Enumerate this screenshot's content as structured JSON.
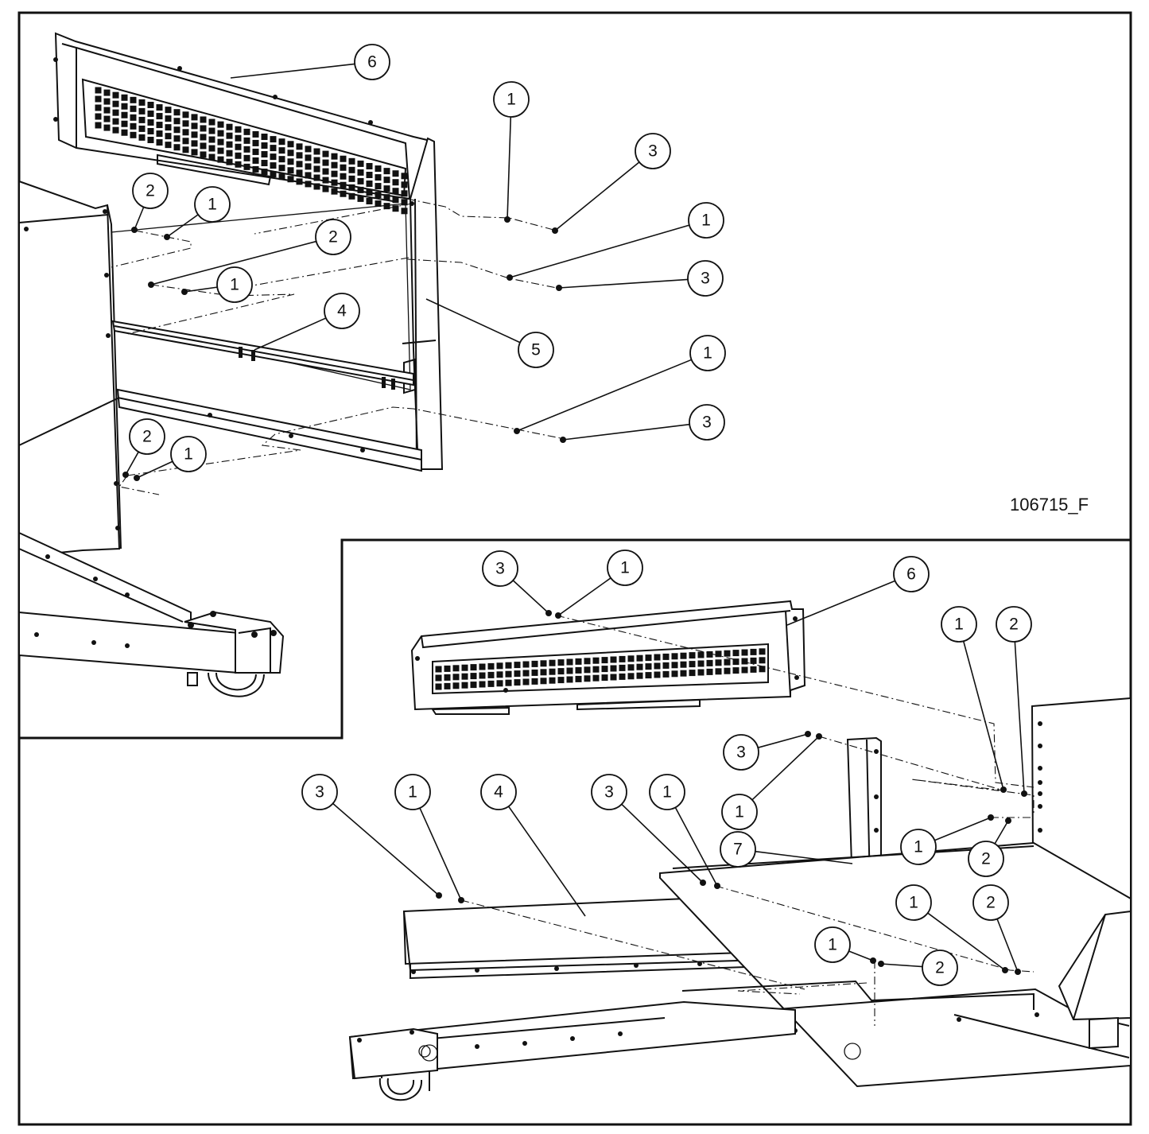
{
  "drawing_number": "106715_F",
  "views": [
    {
      "name": "top-left-view",
      "callouts": [
        {
          "label": "6"
        },
        {
          "label": "1"
        },
        {
          "label": "3"
        },
        {
          "label": "2"
        },
        {
          "label": "1"
        },
        {
          "label": "1"
        },
        {
          "label": "2"
        },
        {
          "label": "3"
        },
        {
          "label": "1"
        },
        {
          "label": "4"
        },
        {
          "label": "5"
        },
        {
          "label": "1"
        },
        {
          "label": "3"
        },
        {
          "label": "2"
        },
        {
          "label": "1"
        }
      ]
    },
    {
      "name": "bottom-right-view",
      "callouts": [
        {
          "label": "3"
        },
        {
          "label": "1"
        },
        {
          "label": "6"
        },
        {
          "label": "1"
        },
        {
          "label": "2"
        },
        {
          "label": "3"
        },
        {
          "label": "1"
        },
        {
          "label": "7"
        },
        {
          "label": "3"
        },
        {
          "label": "1"
        },
        {
          "label": "4"
        },
        {
          "label": "3"
        },
        {
          "label": "1"
        },
        {
          "label": "1"
        },
        {
          "label": "2"
        },
        {
          "label": "1"
        },
        {
          "label": "2"
        },
        {
          "label": "1"
        },
        {
          "label": "2"
        }
      ]
    }
  ]
}
